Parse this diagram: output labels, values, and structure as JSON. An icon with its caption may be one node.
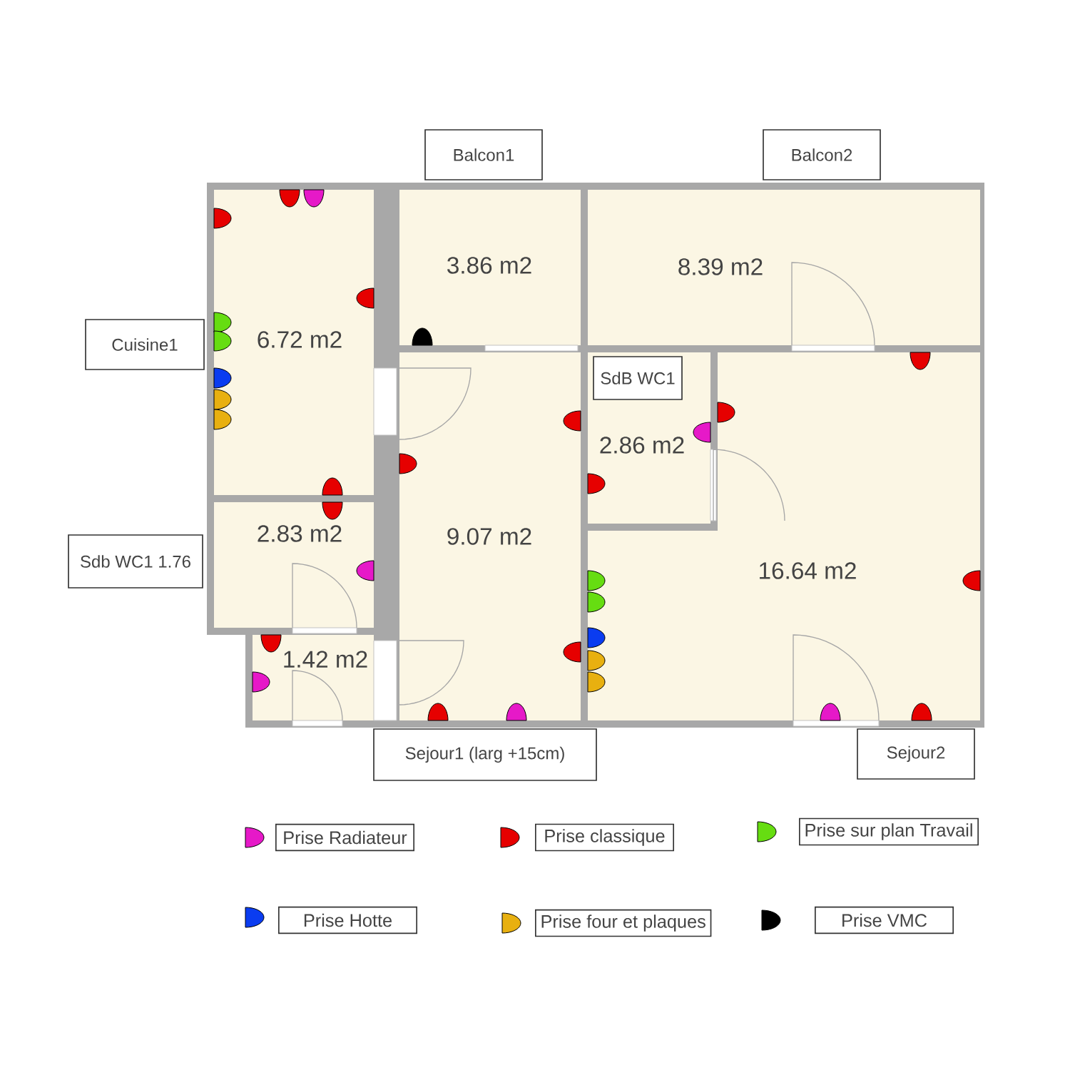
{
  "diagram": {
    "nodes": [
      {
        "text": [
          "Balcon1"
        ]
      },
      {
        "text": [
          "Balcon2"
        ]
      },
      {
        "text": [
          "3.86 m2"
        ]
      },
      {
        "text": [
          "8.39 m2"
        ]
      },
      {
        "text": [
          "Cuisine1"
        ]
      },
      {
        "text": [
          "6.72 m2"
        ]
      },
      {
        "text": [
          "2.86 m2"
        ]
      },
      {
        "text": [
          "SdB WC1"
        ],
        "in": 6
      },
      {
        "text": [
          "9.07 m2"
        ]
      },
      {
        "text": [
          "16.64 m2"
        ]
      },
      {
        "text": [
          "Sdb WC1 1.76"
        ]
      },
      {
        "text": [
          "2.83 m2"
        ]
      },
      {
        "text": [
          "1.42 m2"
        ]
      },
      {
        "text": [
          "Sejour1 (larg +15cm)"
        ]
      },
      {
        "text": [
          "Sejour2"
        ]
      }
    ],
    "edges": [],
    "legend": [
      {
        "text": "Prise Radiateur",
        "color": "#e619c8"
      },
      {
        "text": "Prise classique",
        "color": "#e60000"
      },
      {
        "text": "Prise sur plan Travail",
        "color": "#66dd11"
      },
      {
        "text": "Prise Hotte",
        "color": "#0a3cf0"
      },
      {
        "text": "Prise four et plaques",
        "color": "#e8b010"
      },
      {
        "text": "Prise VMC",
        "color": "#000000"
      }
    ]
  }
}
